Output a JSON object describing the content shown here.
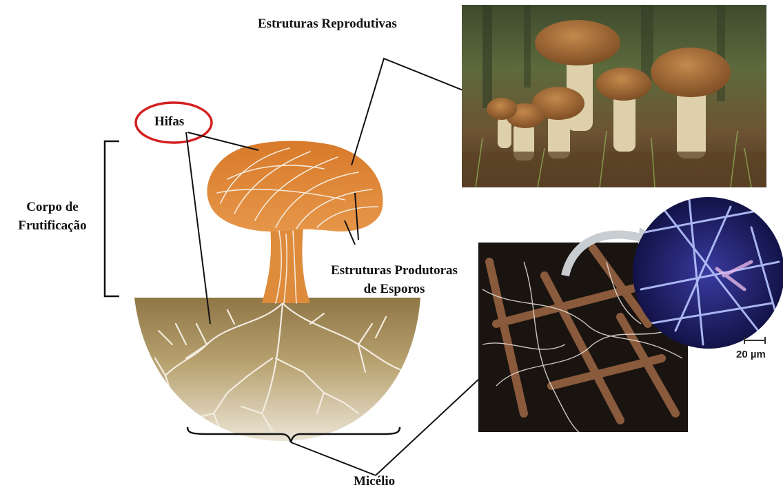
{
  "labels": {
    "reproductive": "Estruturas Reprodutivas",
    "hyphae": "Hifas",
    "fruiting_body_line1": "Corpo de",
    "fruiting_body_line2": "Frutificação",
    "spore_structures_line1": "Estruturas Produtoras",
    "spore_structures_line2": "de Esporos",
    "mycelium": "Micélio",
    "scale_bar": "20 µm"
  },
  "colors": {
    "mushroom_orange": "#d77a2c",
    "soil_brown": "#b29a68",
    "hyphae_white": "#f3ece0",
    "highlight_red": "#d42020",
    "micrograph_blue": "#26237a"
  },
  "icons": {
    "arrow": "curved-arrow-icon"
  }
}
